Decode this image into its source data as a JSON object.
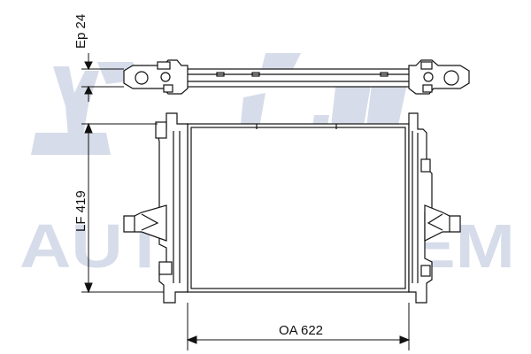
{
  "watermark": {
    "text": "AUTOSYSTEM",
    "color": "#cfd6e6"
  },
  "dimensions": {
    "thickness": {
      "label": "Ep 24"
    },
    "height": {
      "label": "LF 419"
    },
    "width": {
      "label": "OA 622"
    }
  },
  "colors": {
    "ink": "#111111",
    "core_fill": "#ffffff"
  }
}
